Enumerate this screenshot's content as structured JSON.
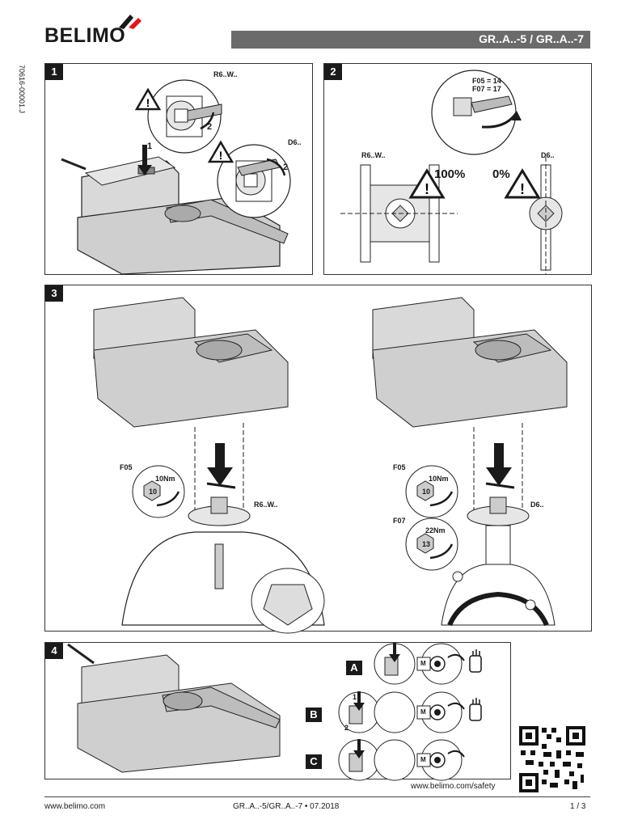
{
  "header": {
    "brand": "BELIMO",
    "title": "GR..A..-5 / GR..A..-7",
    "doc_id": "70616-00001.J"
  },
  "panel1": {
    "number": "1",
    "label_r6w": "R6..W..",
    "label_d6": "D6..",
    "step1": "1",
    "step2a": "2",
    "step2b": "2"
  },
  "panel2": {
    "number": "2",
    "f05": "F05 = 14",
    "f07": "F07 = 17",
    "label_r6w": "R6..W..",
    "label_d6": "D6..",
    "open": "100%",
    "closed": "0%"
  },
  "panel3": {
    "number": "3",
    "left": {
      "f05": "F05",
      "torque": "10Nm",
      "bolt": "10",
      "valve": "R6..W.."
    },
    "right": {
      "f05": "F05",
      "torque_f05": "10Nm",
      "bolt_f05": "10",
      "f07": "F07",
      "torque_f07": "22Nm",
      "bolt_f07": "13",
      "valve": "D6.."
    }
  },
  "panel4": {
    "number": "4",
    "mode_a": "A",
    "mode_b": "B",
    "mode_c": "C",
    "step_b1": "1",
    "step_b2": "2",
    "motor_a": "M",
    "motor_b": "M",
    "motor_c": "M",
    "url": "www.belimo.com/safety"
  },
  "footer": {
    "website": "www.belimo.com",
    "doc": "GR..A..-5/GR..A..-7 • 07.2018",
    "page": "1 / 3"
  }
}
